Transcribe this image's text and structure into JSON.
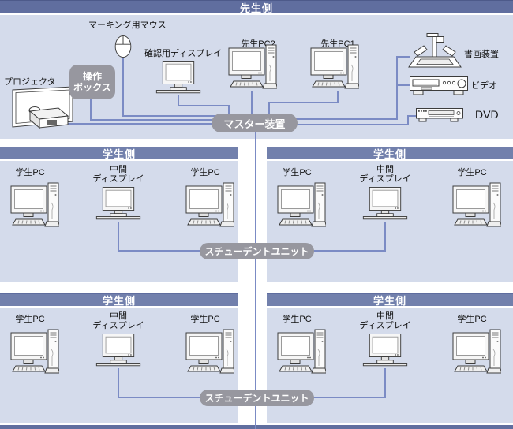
{
  "colors": {
    "section_bg": "#d4dbeb",
    "teacher_bar": "#606e9f",
    "student_bar": "#7280ac",
    "pill_gray": "#97979f",
    "cable_blue": "#7b8bc4",
    "label_text": "#111111",
    "bar_text": "#ffffff"
  },
  "teacher": {
    "header": "先生側",
    "labels": {
      "projector": "プロジェクタ",
      "control_box": [
        "操作",
        "ボックス"
      ],
      "marking_mouse": "マーキング用マウス",
      "confirm_display": "確認用ディスプレイ",
      "pc2": "先生PC2",
      "pc1": "先生PC1",
      "doc_camera": "書画装置",
      "video": "ビデオ",
      "dvd": "DVD"
    },
    "master_unit": "マスター装置"
  },
  "student_sections": [
    {
      "header": "学生側",
      "pc_left": "学生PC",
      "mid_display": [
        "中間",
        "ディスプレイ"
      ],
      "pc_right": "学生PC"
    },
    {
      "header": "学生側",
      "pc_left": "学生PC",
      "mid_display": [
        "中間",
        "ディスプレイ"
      ],
      "pc_right": "学生PC"
    },
    {
      "header": "学生側",
      "pc_left": "学生PC",
      "mid_display": [
        "中間",
        "ディスプレイ"
      ],
      "pc_right": "学生PC"
    },
    {
      "header": "学生側",
      "pc_left": "学生PC",
      "mid_display": [
        "中間",
        "ディスプレイ"
      ],
      "pc_right": "学生PC"
    }
  ],
  "student_units": [
    "スチューデントユニット",
    "スチューデントユニット"
  ],
  "icons": {
    "desktop_pc": "monitor-tower-keyboard",
    "display": "monitor-on-stand",
    "mouse": "two-button-mouse",
    "projector": "screen-with-projector-box",
    "doc_camera": "document-camera-with-lamps",
    "video": "vcr-deck",
    "dvd": "dvd-player"
  }
}
